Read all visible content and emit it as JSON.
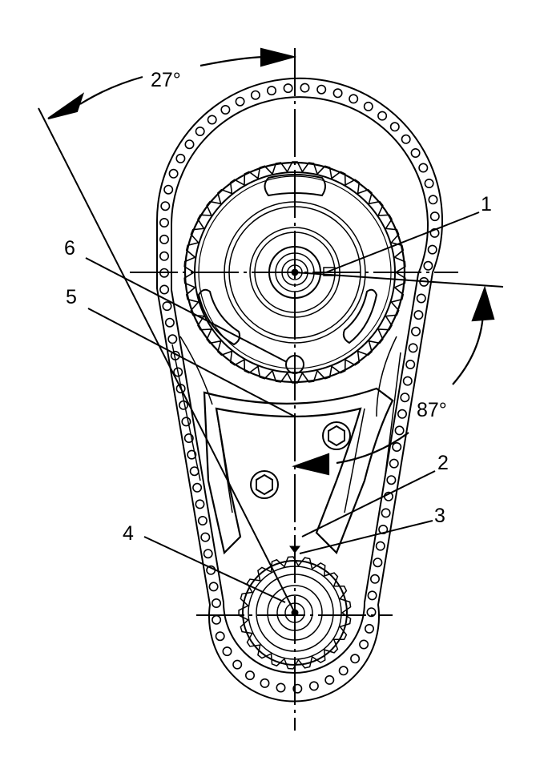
{
  "angles": {
    "left_angle": "27°",
    "right_angle": "87°"
  },
  "callouts": [
    "1",
    "2",
    "3",
    "4",
    "5",
    "6"
  ],
  "colors": {
    "ink": "#000000",
    "paper": "#ffffff"
  }
}
